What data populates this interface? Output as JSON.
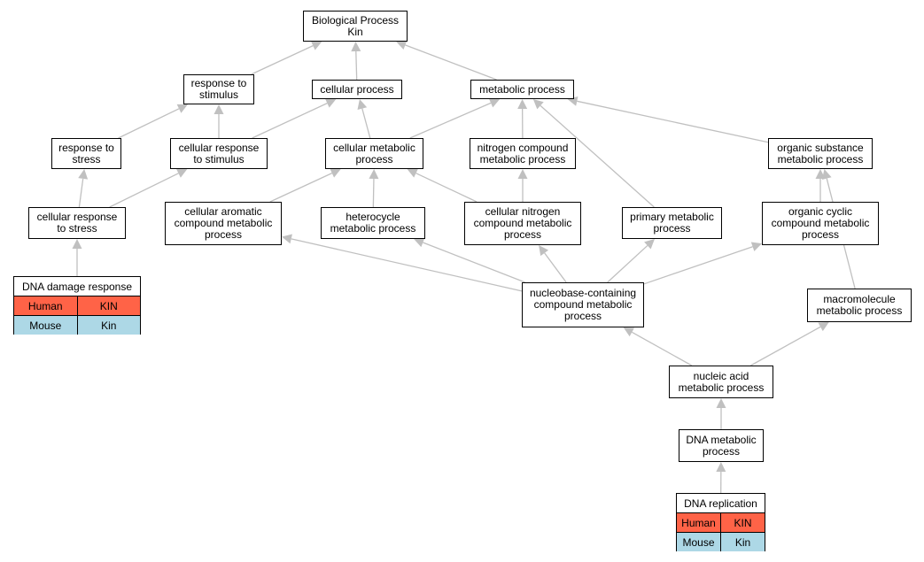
{
  "colors": {
    "human": "#ff6347",
    "mouse": "#add8e6",
    "edge": "#c0c0c0"
  },
  "nodes": {
    "root": "Biological Process\nKin",
    "response_to_stimulus": "response to\nstimulus",
    "cellular_process": "cellular process",
    "metabolic_process": "metabolic process",
    "response_to_stress": "response to\nstress",
    "cellular_response_to_stimulus": "cellular response\nto stimulus",
    "cellular_metabolic_process": "cellular metabolic\nprocess",
    "nitrogen_compound_metabolic_process": "nitrogen compound\nmetabolic process",
    "organic_substance_metabolic_process": "organic substance\nmetabolic process",
    "cellular_response_to_stress": "cellular response\nto stress",
    "cellular_aromatic_compound_metabolic_process": "cellular aromatic\ncompound metabolic\nprocess",
    "heterocycle_metabolic_process": "heterocycle\nmetabolic process",
    "cellular_nitrogen_compound_metabolic_process": "cellular nitrogen\ncompound metabolic\nprocess",
    "primary_metabolic_process": "primary metabolic\nprocess",
    "organic_cyclic_compound_metabolic_process": "organic cyclic\ncompound metabolic\nprocess",
    "nucleobase_containing_compound_metabolic_process": "nucleobase-containing\ncompound metabolic\nprocess",
    "macromolecule_metabolic_process": "macromolecule\nmetabolic process",
    "nucleic_acid_metabolic_process": "nucleic acid\nmetabolic process",
    "dna_metabolic_process": "DNA metabolic\nprocess"
  },
  "gene_tables": {
    "dna_damage_response": {
      "title": "DNA damage response",
      "rows": [
        {
          "species": "Human",
          "gene": "KIN",
          "color_key": "human"
        },
        {
          "species": "Mouse",
          "gene": "Kin",
          "color_key": "mouse"
        }
      ]
    },
    "dna_replication": {
      "title": "DNA replication",
      "rows": [
        {
          "species": "Human",
          "gene": "KIN",
          "color_key": "human"
        },
        {
          "species": "Mouse",
          "gene": "Kin",
          "color_key": "mouse"
        }
      ]
    }
  },
  "edges": [
    {
      "from": "response_to_stimulus",
      "to": "root"
    },
    {
      "from": "cellular_process",
      "to": "root"
    },
    {
      "from": "metabolic_process",
      "to": "root"
    },
    {
      "from": "response_to_stress",
      "to": "response_to_stimulus"
    },
    {
      "from": "cellular_response_to_stimulus",
      "to": "response_to_stimulus"
    },
    {
      "from": "cellular_response_to_stimulus",
      "to": "cellular_process"
    },
    {
      "from": "cellular_metabolic_process",
      "to": "cellular_process"
    },
    {
      "from": "cellular_metabolic_process",
      "to": "metabolic_process"
    },
    {
      "from": "nitrogen_compound_metabolic_process",
      "to": "metabolic_process"
    },
    {
      "from": "primary_metabolic_process",
      "to": "metabolic_process"
    },
    {
      "from": "organic_substance_metabolic_process",
      "to": "metabolic_process"
    },
    {
      "from": "cellular_response_to_stress",
      "to": "response_to_stress"
    },
    {
      "from": "cellular_response_to_stress",
      "to": "cellular_response_to_stimulus"
    },
    {
      "from": "cellular_aromatic_compound_metabolic_process",
      "to": "cellular_metabolic_process"
    },
    {
      "from": "heterocycle_metabolic_process",
      "to": "cellular_metabolic_process"
    },
    {
      "from": "cellular_nitrogen_compound_metabolic_process",
      "to": "cellular_metabolic_process"
    },
    {
      "from": "cellular_nitrogen_compound_metabolic_process",
      "to": "nitrogen_compound_metabolic_process"
    },
    {
      "from": "organic_cyclic_compound_metabolic_process",
      "to": "organic_substance_metabolic_process"
    },
    {
      "from": "macromolecule_metabolic_process",
      "to": "organic_substance_metabolic_process"
    },
    {
      "from": "dna_damage_response",
      "to": "cellular_response_to_stress"
    },
    {
      "from": "nucleobase_containing_compound_metabolic_process",
      "to": "cellular_aromatic_compound_metabolic_process"
    },
    {
      "from": "nucleobase_containing_compound_metabolic_process",
      "to": "heterocycle_metabolic_process"
    },
    {
      "from": "nucleobase_containing_compound_metabolic_process",
      "to": "cellular_nitrogen_compound_metabolic_process"
    },
    {
      "from": "nucleobase_containing_compound_metabolic_process",
      "to": "primary_metabolic_process"
    },
    {
      "from": "nucleobase_containing_compound_metabolic_process",
      "to": "organic_cyclic_compound_metabolic_process"
    },
    {
      "from": "nucleic_acid_metabolic_process",
      "to": "nucleobase_containing_compound_metabolic_process"
    },
    {
      "from": "nucleic_acid_metabolic_process",
      "to": "macromolecule_metabolic_process"
    },
    {
      "from": "dna_metabolic_process",
      "to": "nucleic_acid_metabolic_process"
    },
    {
      "from": "dna_replication",
      "to": "dna_metabolic_process"
    }
  ]
}
